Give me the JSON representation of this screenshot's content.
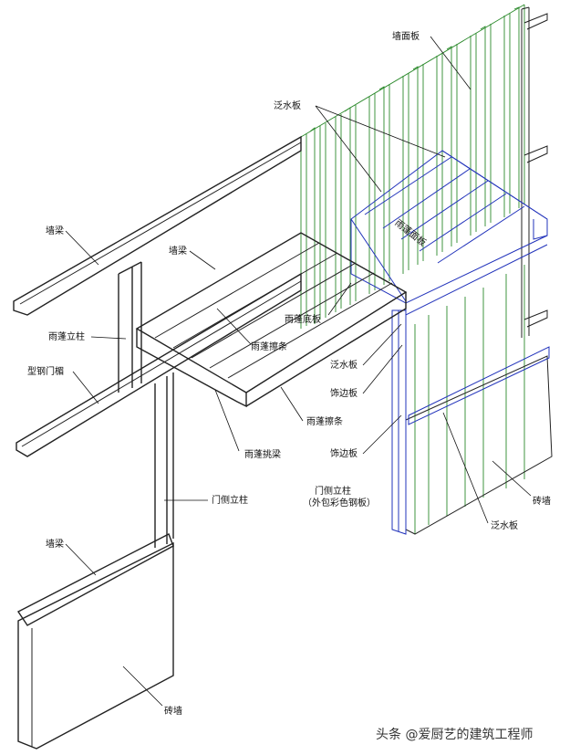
{
  "labels": {
    "wall_panel": "墙面板",
    "flashing_top": "泛水板",
    "wall_beam_top": "墙梁",
    "wall_beam_mid": "墙梁",
    "canopy_face_panel": "雨蓬面板",
    "canopy_column": "雨蓬立柱",
    "canopy_bottom_panel": "雨蓬底板",
    "canopy_purlin_inner": "雨蓬擦条",
    "steel_door_lintel": "型钢门楣",
    "flashing_mid": "泛水板",
    "trim_panel_1": "饰边板",
    "canopy_purlin_outer": "雨蓬擦条",
    "canopy_cantilever_beam": "雨蓬挑梁",
    "trim_panel_2": "饰边板",
    "door_column_line1": "门侧立柱",
    "door_column_line2": "（外包彩色钢板）",
    "door_column_left": "门侧立柱",
    "wall_beam_low": "墙梁",
    "side_wall_right": "砖墙",
    "flashing_low": "泛水板",
    "side_wall_left": "砖墙"
  },
  "watermark": "头条 @爱厨艺的建筑工程师",
  "colors": {
    "structure": "#222222",
    "wall_panel": "#2c8a2c",
    "canopy_and_trim": "#2233bb"
  }
}
